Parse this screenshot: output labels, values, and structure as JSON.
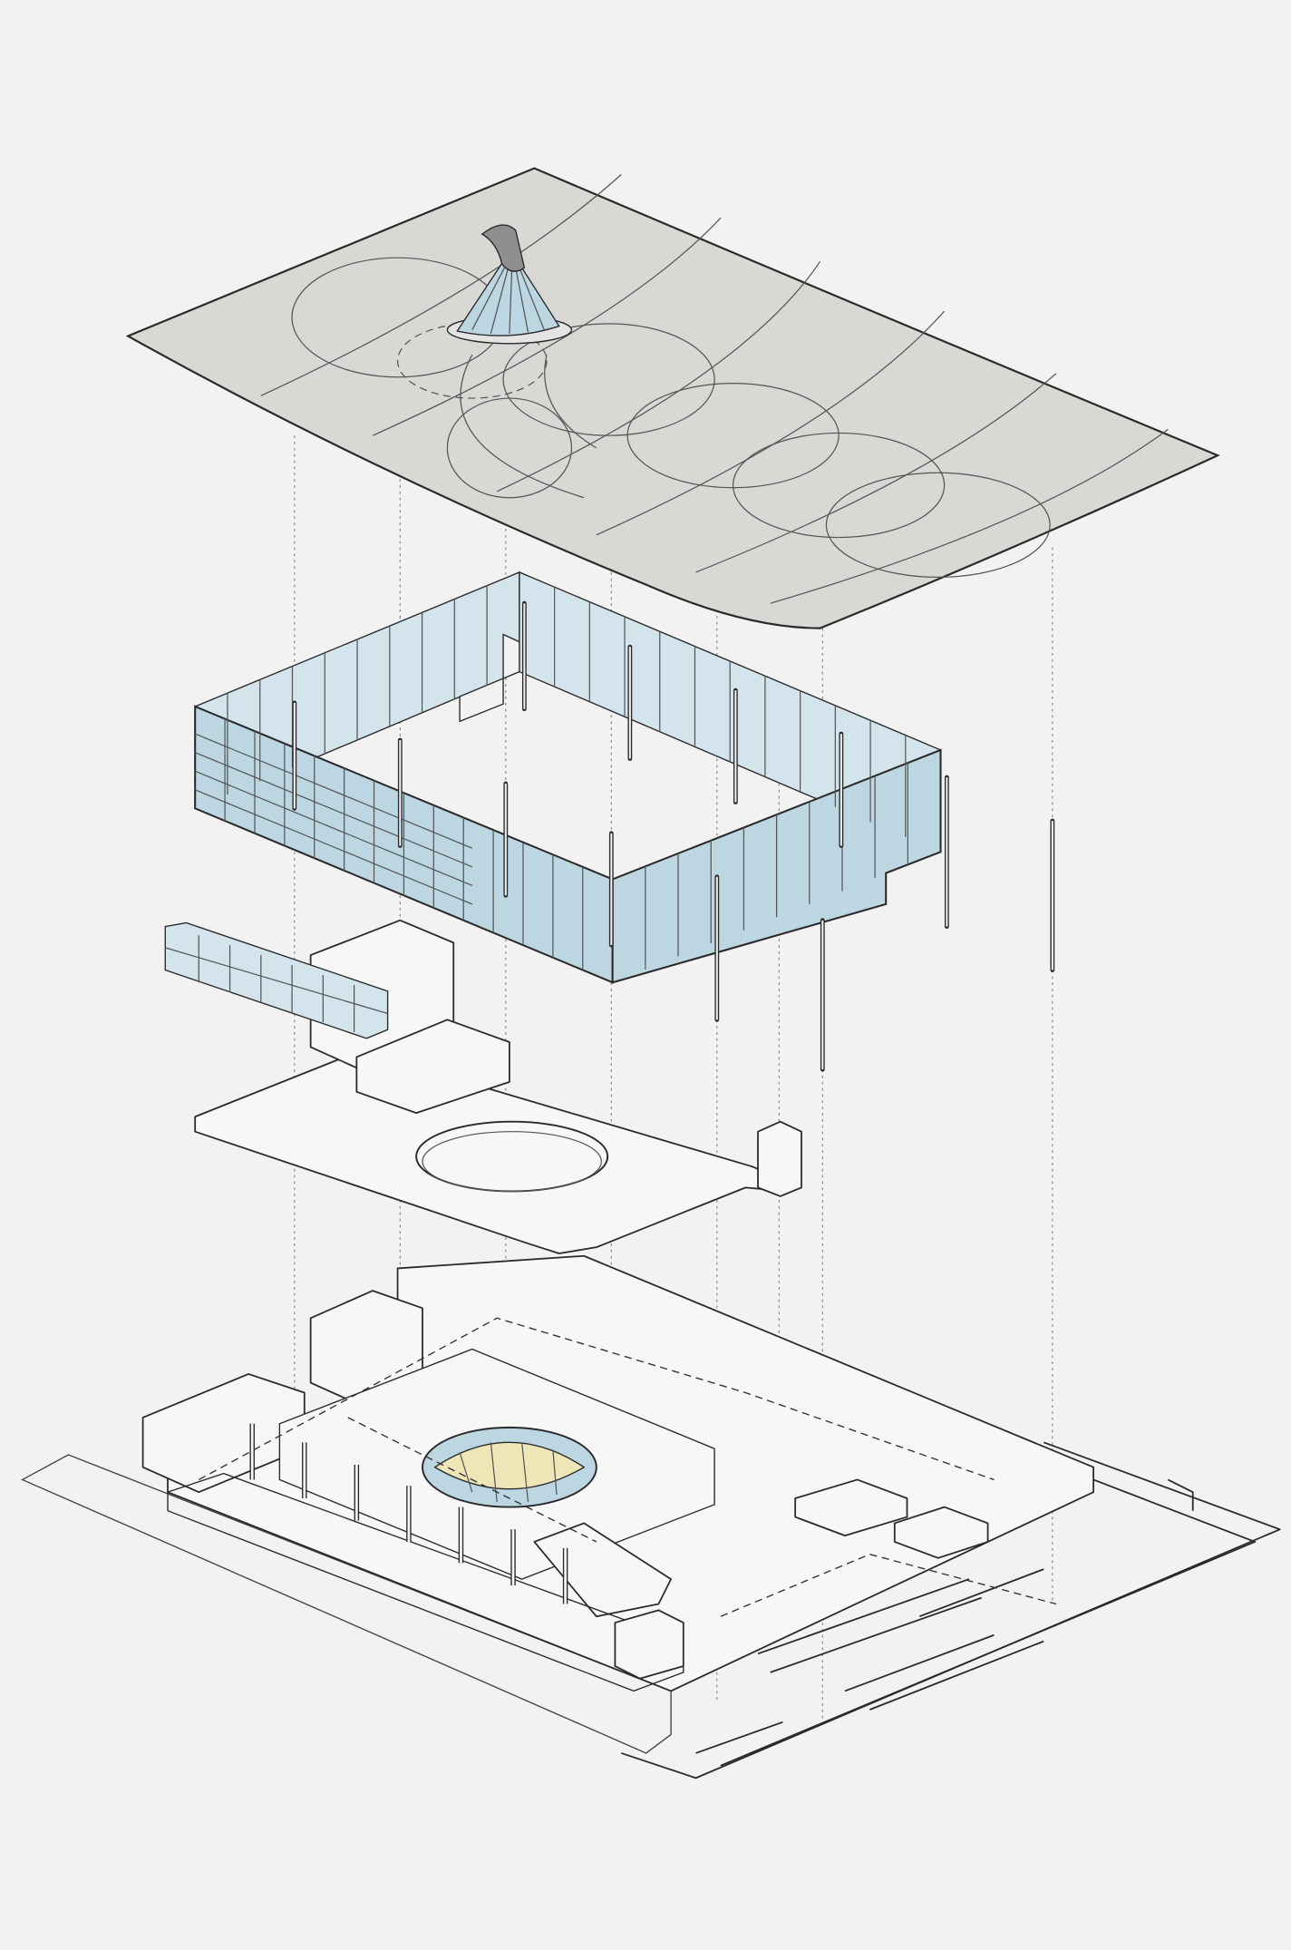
{
  "diagram": {
    "type": "exploded-axonometric",
    "layers": [
      "roof",
      "glass-enclosure",
      "upper-floor",
      "ground-floor"
    ],
    "colors": {
      "background": "#f2f2f2",
      "roof": "#d9d8d5",
      "glass": "#bcd6e2",
      "glass_inner": "#d3e4ec",
      "dome": "#efe6b8",
      "line": "#2a2a2a"
    }
  }
}
